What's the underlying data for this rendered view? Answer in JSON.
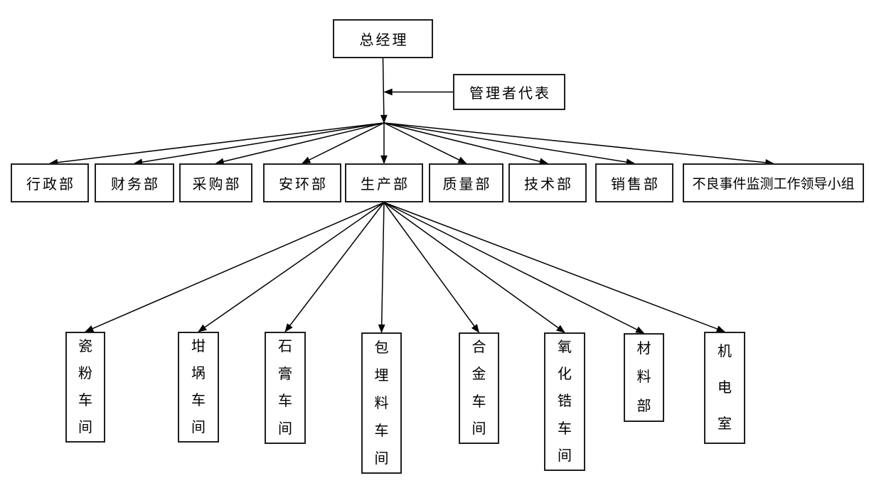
{
  "org_chart": {
    "root": {
      "label": "总经理"
    },
    "management_representative": {
      "label": "管理者代表"
    },
    "departments": [
      {
        "label": "行政部"
      },
      {
        "label": "财务部"
      },
      {
        "label": "采购部"
      },
      {
        "label": "安环部"
      },
      {
        "label": "生产部"
      },
      {
        "label": "质量部"
      },
      {
        "label": "技术部"
      },
      {
        "label": "销售部"
      },
      {
        "label": "不良事件监测工作领导小组"
      }
    ],
    "production_subunits": [
      {
        "label": "瓷粉车间"
      },
      {
        "label": "坩埚车间"
      },
      {
        "label": "石膏车间"
      },
      {
        "label": "包埋料车间"
      },
      {
        "label": "合金车间"
      },
      {
        "label": "氧化锆车间"
      },
      {
        "label": "材料部"
      },
      {
        "label": "机电室"
      }
    ],
    "colors": {
      "line": "#000000",
      "box_border": "#1f1f1f",
      "background": "#ffffff",
      "text": "#000000"
    }
  }
}
